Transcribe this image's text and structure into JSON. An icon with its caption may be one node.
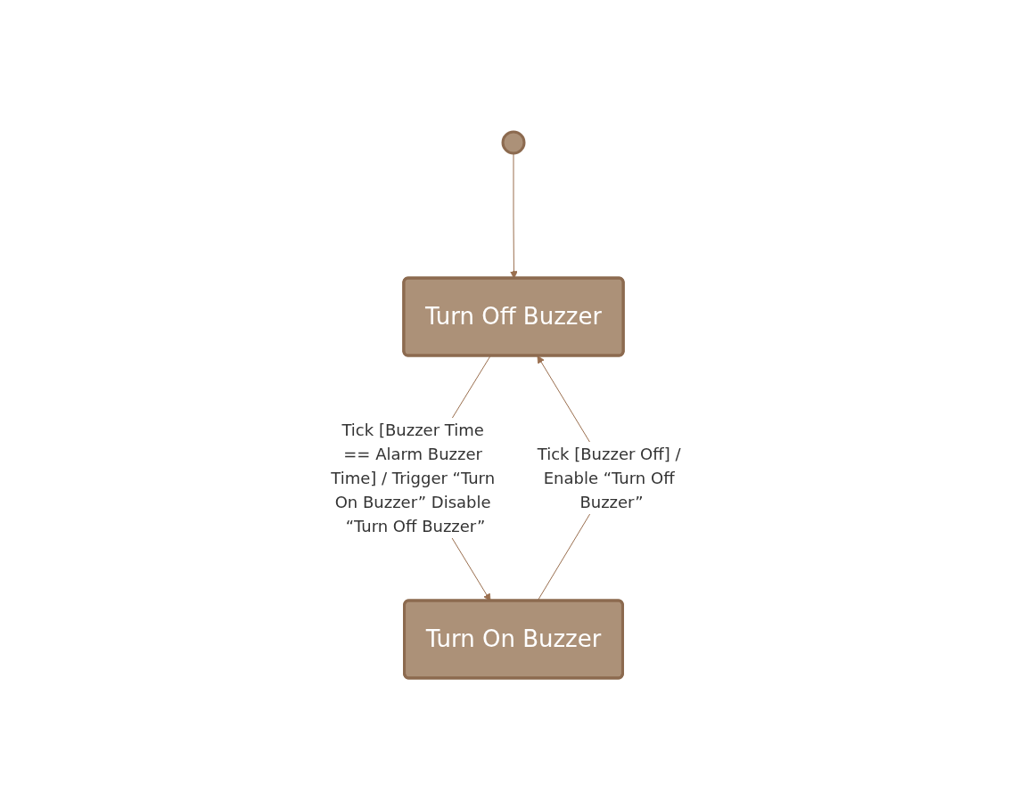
{
  "diagram": {
    "nodes": [
      {
        "text": [],
        "shape": "circle"
      },
      {
        "text": [
          "Turn Off Buzzer"
        ]
      },
      {
        "text": [
          "Turn On Buzzer"
        ]
      }
    ],
    "edges": [
      {
        "from": 0,
        "to": 1,
        "arrow": "to"
      },
      {
        "from": 1,
        "to": 2,
        "arrow": "to",
        "label": "Tick [Buzzer Time == Alarm Buzzer Time] / Trigger “Turn On Buzzer” Disable “Turn Off Buzzer”"
      },
      {
        "from": 2,
        "to": 1,
        "arrow": "to",
        "label": "Tick [Buzzer Off] / Enable “Turn Off Buzzer”"
      }
    ]
  }
}
